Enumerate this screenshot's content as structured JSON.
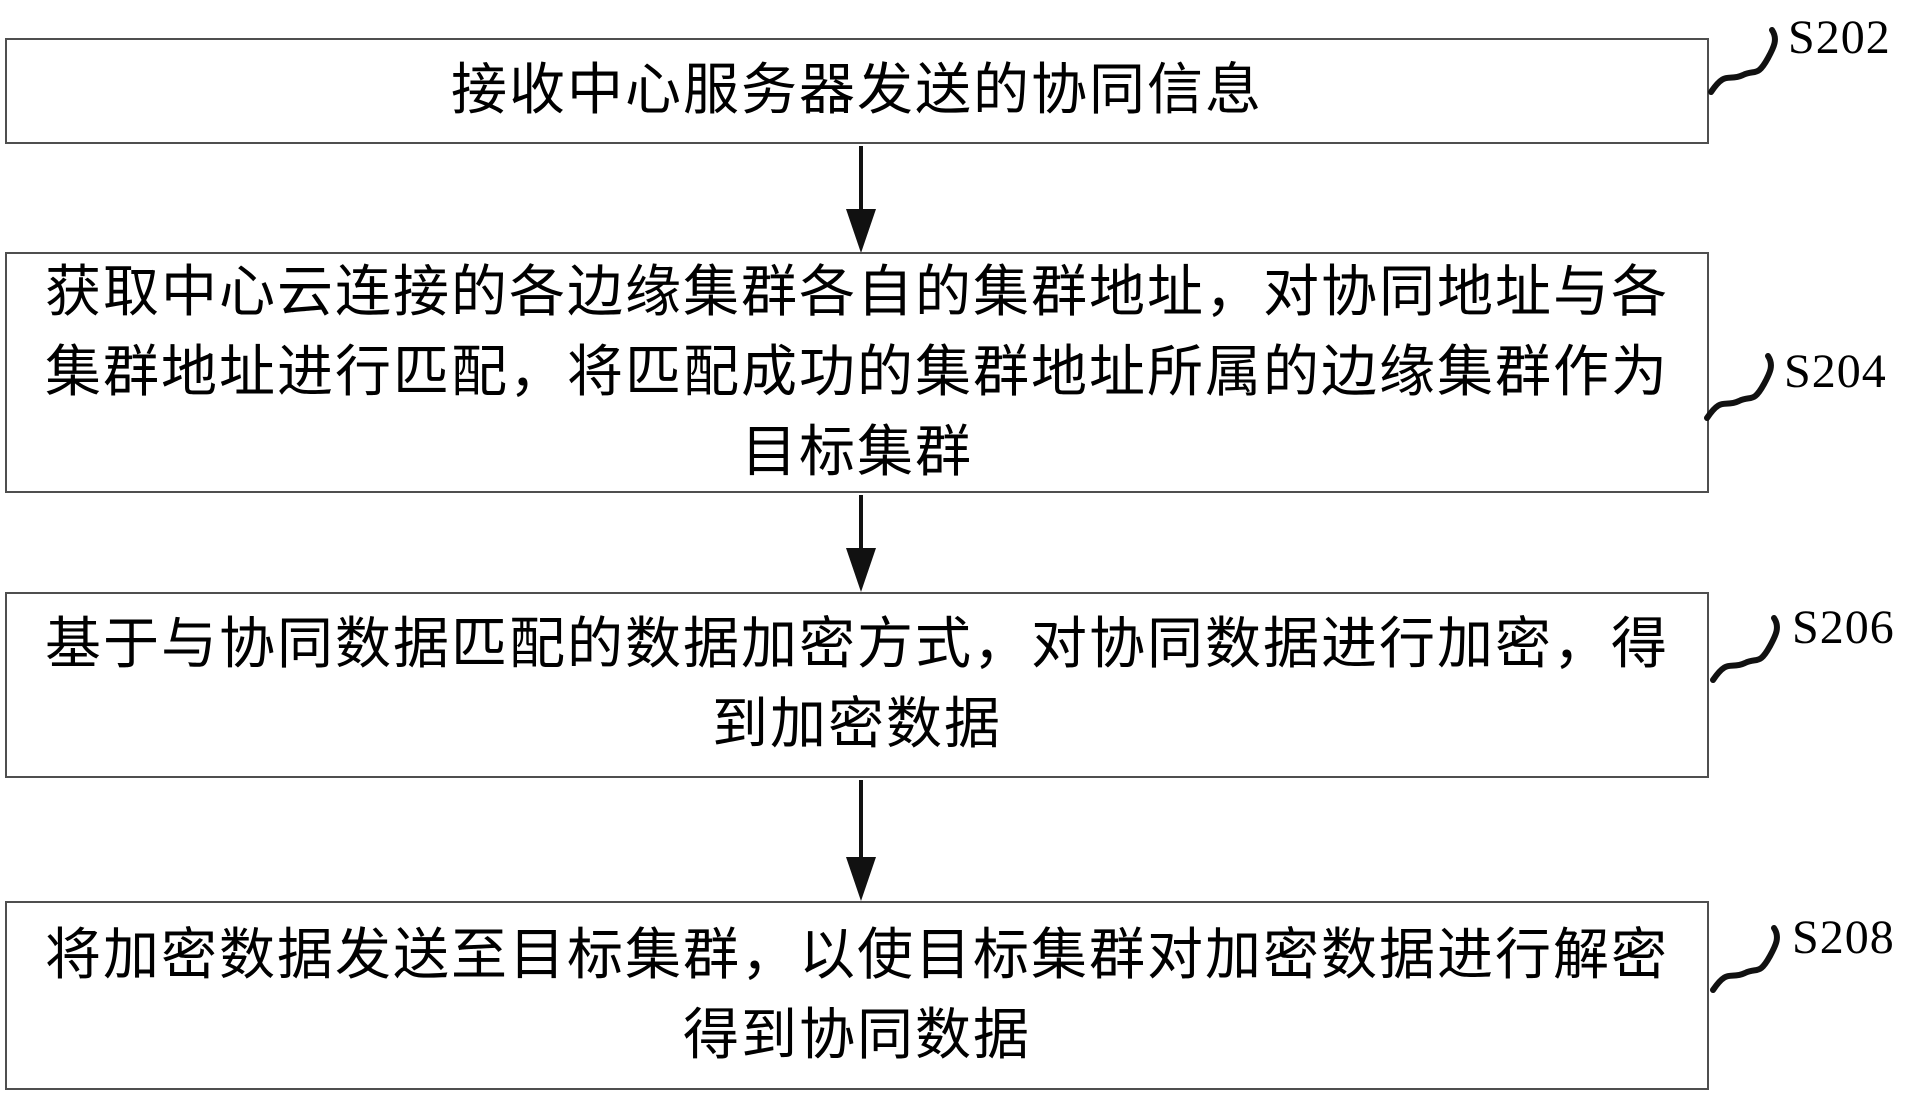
{
  "figure": {
    "background_color": "#ffffff",
    "box_border_color": "#4f4f4f",
    "arrow_color": "#111111",
    "text_color": "#000000"
  },
  "steps": [
    {
      "label": "S202",
      "lines": [
        "接收中心服务器发送的协同信息"
      ]
    },
    {
      "label": "S204",
      "lines": [
        "获取中心云连接的各边缘集群各自的集群地址，对协同地址与各",
        "集群地址进行匹配，将匹配成功的集群地址所属的边缘集群作为",
        "目标集群"
      ]
    },
    {
      "label": "S206",
      "lines": [
        "基于与协同数据匹配的数据加密方式，对协同数据进行加密，得",
        "到加密数据"
      ]
    },
    {
      "label": "S208",
      "lines": [
        "将加密数据发送至目标集群，以使目标集群对加密数据进行解密",
        "得到协同数据"
      ]
    }
  ]
}
